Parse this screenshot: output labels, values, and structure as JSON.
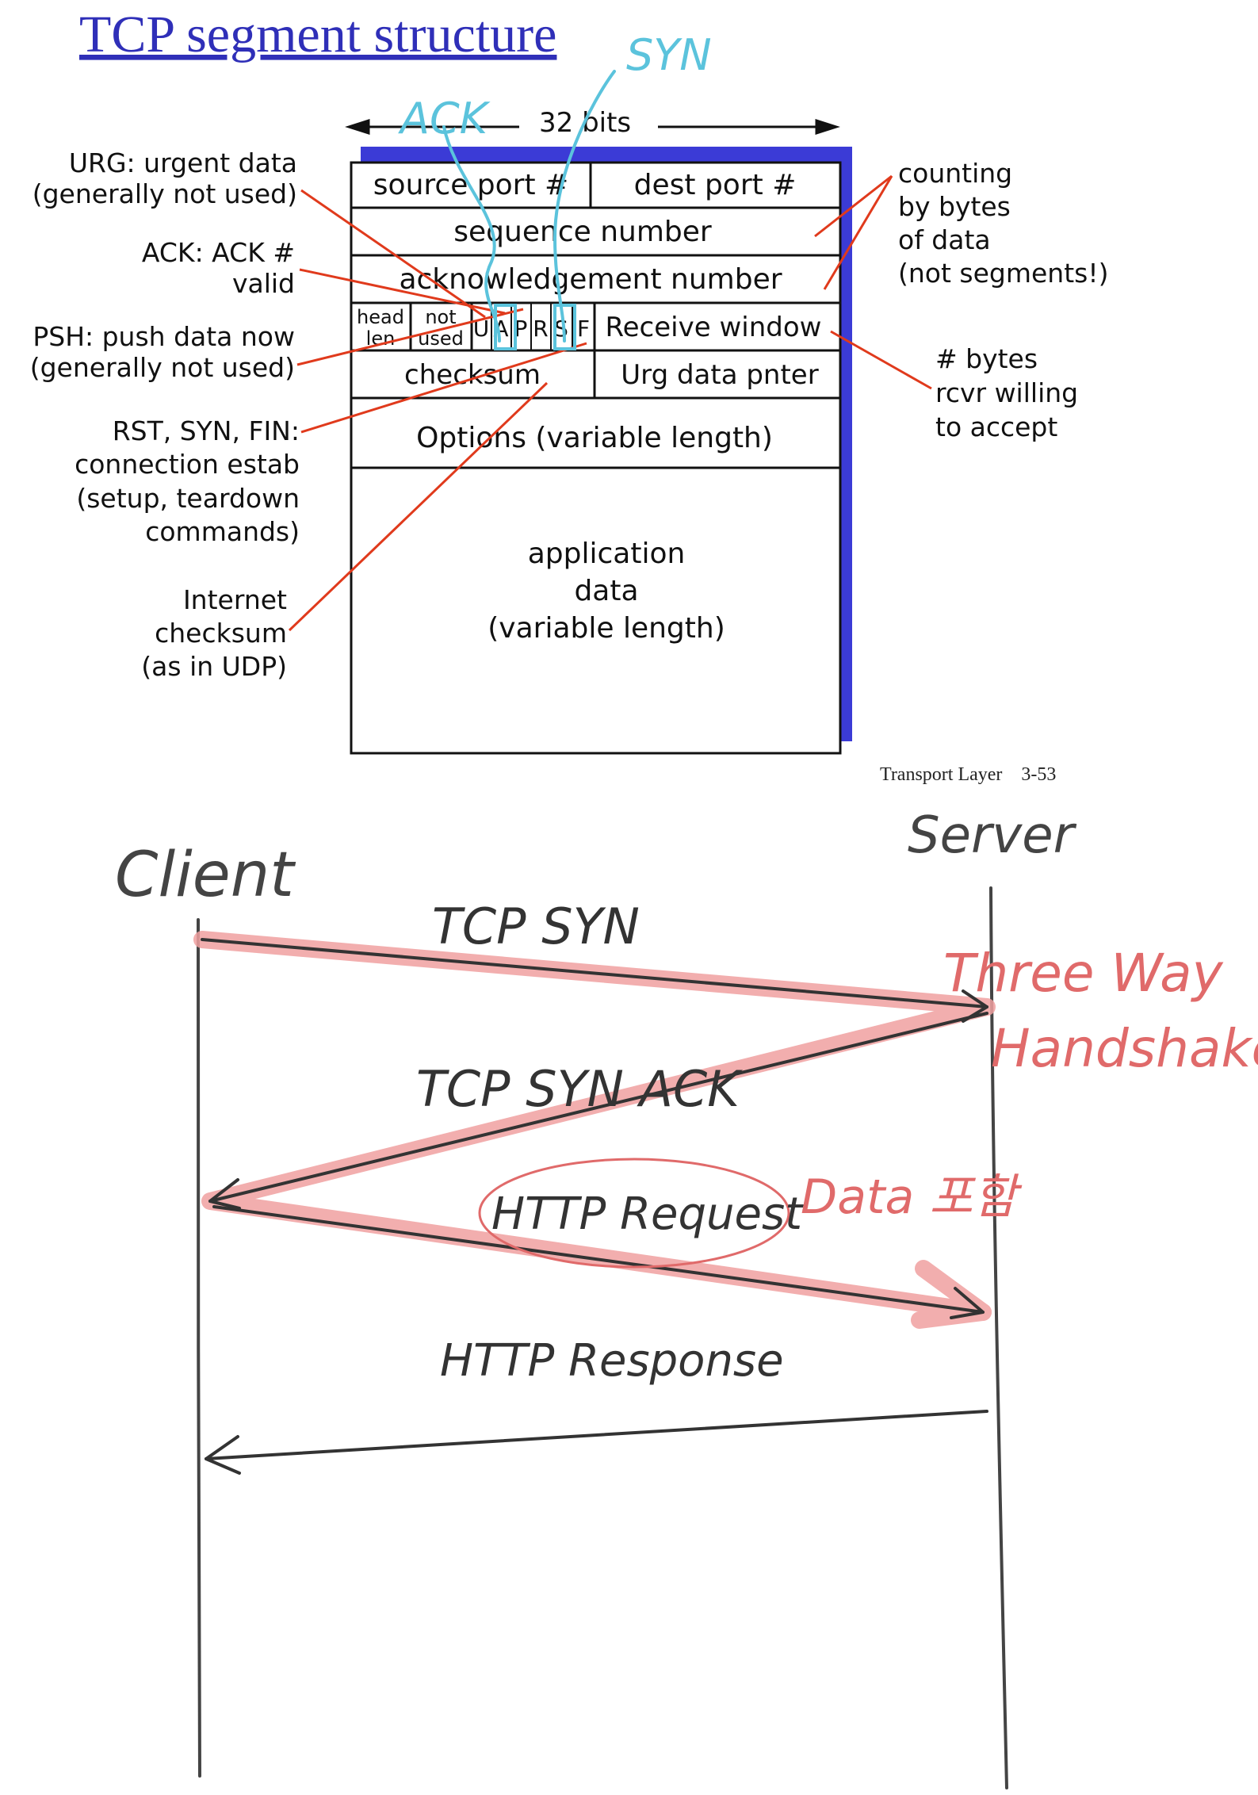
{
  "slide": {
    "title": "TCP segment structure",
    "bits_label": "32 bits",
    "footer": "Transport Layer    3-53",
    "fields": {
      "source_port": "source port #",
      "dest_port": "dest port #",
      "sequence_number": "sequence number",
      "ack_number": "acknowledgement number",
      "head_len_1": "head",
      "head_len_2": "len",
      "not_used_1": "not",
      "not_used_2": "used",
      "flags": [
        "U",
        "A",
        "P",
        "R",
        "S",
        "F"
      ],
      "receive_window": "Receive window",
      "checksum": "checksum",
      "urg_pointer": "Urg data pnter",
      "options": "Options (variable length)",
      "app_data_1": "application",
      "app_data_2": "data",
      "app_data_3": "(variable length)"
    },
    "left_notes": {
      "urg_1": "URG: urgent data",
      "urg_2": "(generally not used)",
      "ack_1": "ACK: ACK #",
      "ack_2": "valid",
      "psh_1": "PSH: push data now",
      "psh_2": "(generally not used)",
      "rst_1": "RST, SYN, FIN:",
      "rst_2": "connection estab",
      "rst_3": "(setup, teardown",
      "rst_4": "commands)",
      "cks_1": "Internet",
      "cks_2": "checksum",
      "cks_3": "(as in UDP)"
    },
    "right_notes": {
      "count_1": "counting",
      "count_2": "by bytes",
      "count_3": "of data",
      "count_4": "(not segments!)",
      "rw_1": "# bytes",
      "rw_2": "rcvr willing",
      "rw_3": "to accept"
    }
  },
  "handwriting": {
    "ack": "ACK",
    "syn": "SYN",
    "client": "Client",
    "server": "Server",
    "msg_syn": "TCP SYN",
    "msg_synack": "TCP SYN ACK",
    "msg_request": "HTTP Request",
    "msg_response": "HTTP Response",
    "three_way_1": "Three Way",
    "three_way_2": "Handshake",
    "data_note": "Data 포함"
  },
  "colors": {
    "title": "#2f2fb8",
    "blue_shadow": "#3b3bd6",
    "annotation_red": "#e03a1c",
    "cyan_ink": "#5bc3dc",
    "pink_highlight": "#f0a0a0",
    "pink_text": "#e06a6a",
    "pencil": "#444444"
  }
}
